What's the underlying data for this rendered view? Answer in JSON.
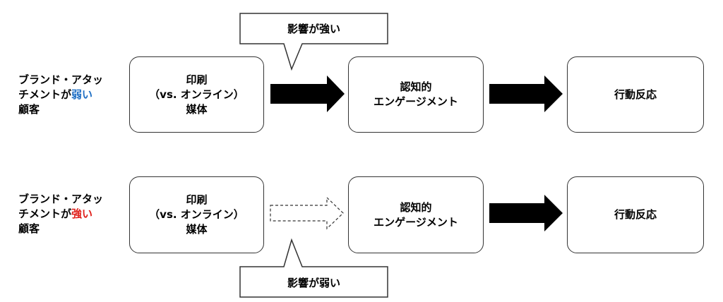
{
  "colors": {
    "weak_accent": "#1f6fc4",
    "strong_accent": "#e0201b",
    "box_border": "#333333",
    "arrow_fill": "#000000"
  },
  "rows": [
    {
      "customer_label": {
        "line1": "ブランド・アタッ",
        "line2_prefix": "チメントが",
        "line2_highlight": "弱い",
        "line3": "顧客"
      },
      "media_box": {
        "line1": "印刷",
        "line2": "（vs. オンライン）",
        "line3": "媒体"
      },
      "engagement_box": {
        "line1": "認知的",
        "line2": "エンゲージメント"
      },
      "action_box": {
        "text": "行動反応"
      },
      "callout": "影響が強い",
      "media_to_engagement_arrow": "solid",
      "engagement_to_action_arrow": "solid"
    },
    {
      "customer_label": {
        "line1": "ブランド・アタッ",
        "line2_prefix": "チメントが",
        "line2_highlight": "強い",
        "line3": "顧客"
      },
      "media_box": {
        "line1": "印刷",
        "line2": "（vs. オンライン）",
        "line3": "媒体"
      },
      "engagement_box": {
        "line1": "認知的",
        "line2": "エンゲージメント"
      },
      "action_box": {
        "text": "行動反応"
      },
      "callout": "影響が弱い",
      "media_to_engagement_arrow": "dashed",
      "engagement_to_action_arrow": "solid"
    }
  ]
}
